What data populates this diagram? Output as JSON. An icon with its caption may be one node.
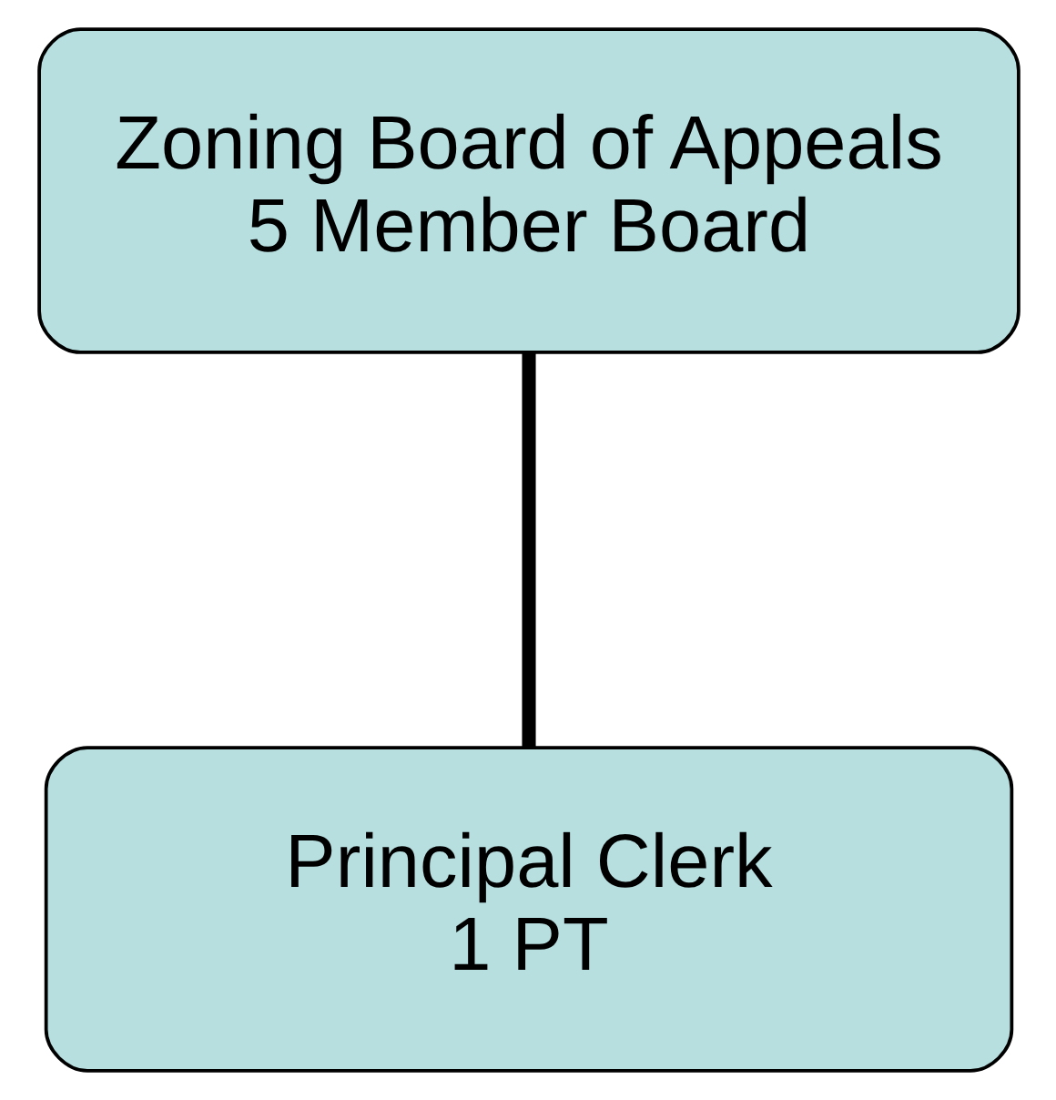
{
  "diagram": {
    "nodes": [
      {
        "text": [
          "Zoning Board of Appeals",
          "5 Member Board"
        ]
      },
      {
        "text": [
          "Principal Clerk",
          "1 PT"
        ]
      }
    ],
    "edges": [
      {
        "from": 0,
        "to": 1,
        "arrow": "none"
      }
    ]
  }
}
